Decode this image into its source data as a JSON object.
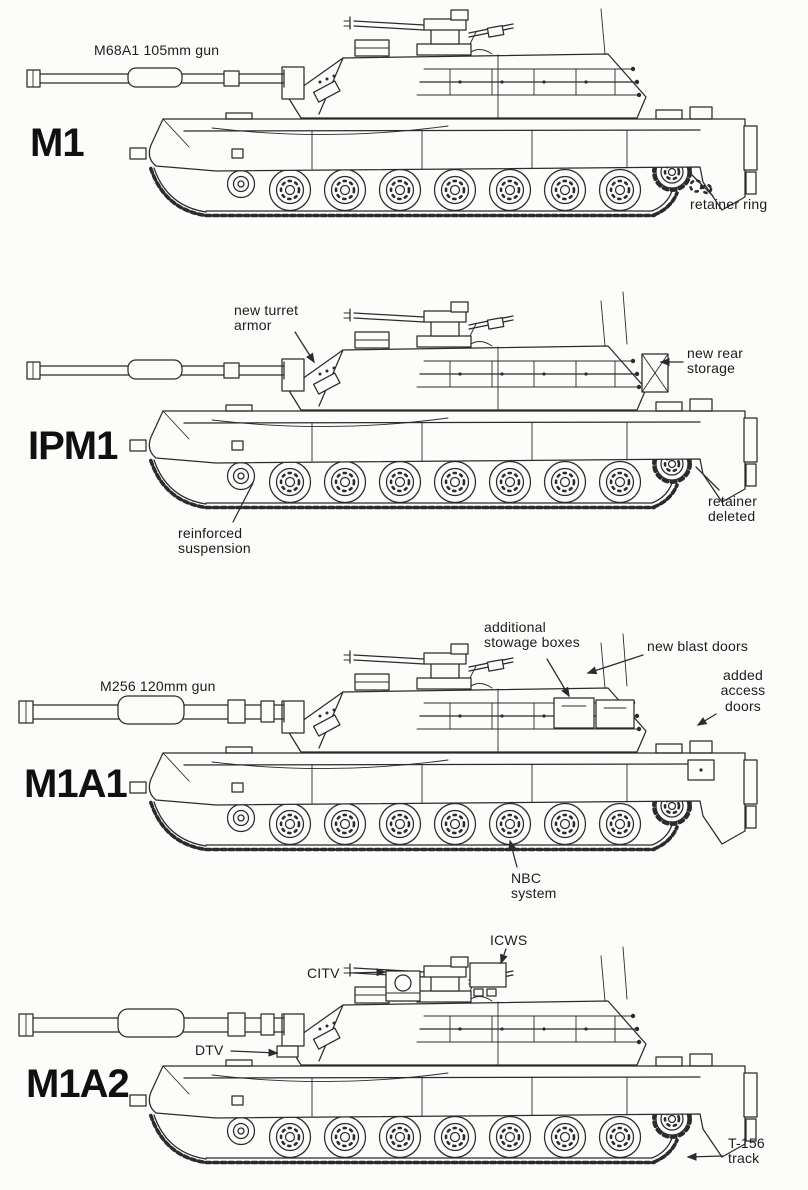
{
  "page": {
    "description_colors": {
      "ink": "#2b2b2b",
      "background": "#fcfcfb",
      "label_text": "#1c1c1c"
    }
  },
  "sections": [
    {
      "id": "m1",
      "title": "M1",
      "labels": {
        "gun": "M68A1 105mm gun",
        "retainer_ring": "retainer ring"
      }
    },
    {
      "id": "ipm1",
      "title": "IPM1",
      "labels": {
        "turret_armor": "new turret\narmor",
        "rear_storage": "new rear\nstorage",
        "retainer_deleted": "retainer\ndeleted",
        "suspension": "reinforced\nsuspension"
      }
    },
    {
      "id": "m1a1",
      "title": "M1A1",
      "labels": {
        "stowage": "additional\nstowage boxes",
        "blast_doors": "new blast doors",
        "gun": "M256 120mm gun",
        "access_doors": "added\naccess\ndoors",
        "nbc": "NBC\nsystem"
      }
    },
    {
      "id": "m1a2",
      "title": "M1A2",
      "labels": {
        "icws": "ICWS",
        "citv": "CITV",
        "dtv": "DTV",
        "track": "T-156\ntrack"
      }
    }
  ]
}
